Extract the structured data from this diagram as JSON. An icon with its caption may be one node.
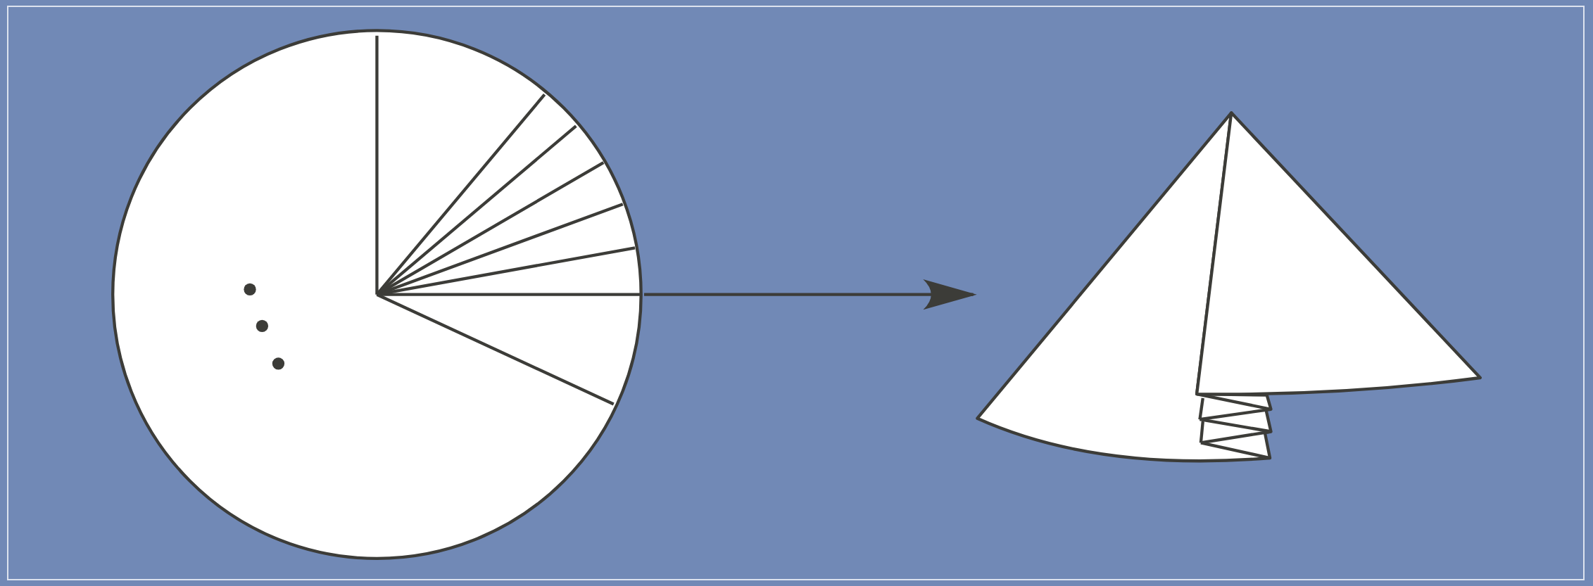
{
  "diagram": {
    "nodes": [
      {
        "text": [],
        "shape": "circle"
      },
      {
        "text": [],
        "shape": "picture"
      }
    ],
    "edges": [
      {
        "from": 0,
        "to": 1,
        "arrow": "to"
      }
    ]
  }
}
